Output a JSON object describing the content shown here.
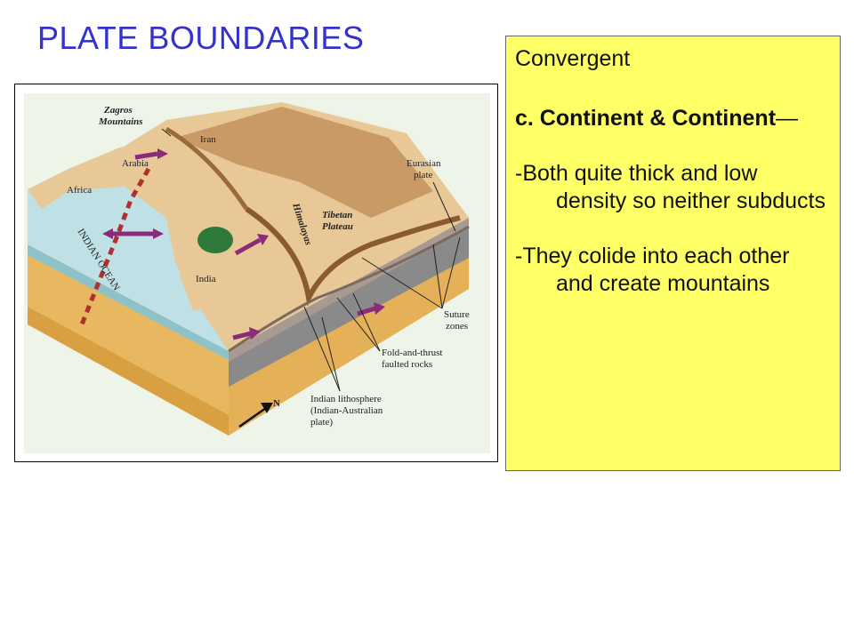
{
  "title": "PLATE BOUNDARIES",
  "textbox": {
    "heading": "Convergent",
    "subheading": "c. Continent & Continent",
    "subheading_dash": "—",
    "point1": "-Both quite thick and low density so neither subducts",
    "point2": "-They colide into each other and create mountains",
    "background_color": "#ffff66"
  },
  "diagram": {
    "labels": {
      "zagros": [
        "Zagros",
        "Mountains"
      ],
      "iran": "Iran",
      "arabia": "Arabia",
      "africa": "Africa",
      "eurasian": [
        "Eurasian",
        "plate"
      ],
      "tibetan": [
        "Tibetan",
        "Plateau"
      ],
      "himalayas": "Himalayas",
      "india": "India",
      "indian_ocean": "INDIAN OCEAN",
      "suture": [
        "Suture",
        "zones"
      ],
      "fold": [
        "Fold-and-thrust",
        "faulted rocks"
      ],
      "lithosphere": [
        "Indian lithosphere",
        "(Indian-Australian",
        "plate)"
      ],
      "north": "N"
    },
    "colors": {
      "ocean": "#bfe0e4",
      "land": "#e8c896",
      "mountains": "#b8885a",
      "crust": "#e8b860",
      "lithosphere": "#9a9a9a",
      "arrows": "#8a2a7a",
      "rift": "#b03030",
      "vegetation": "#2e7a3a"
    }
  }
}
